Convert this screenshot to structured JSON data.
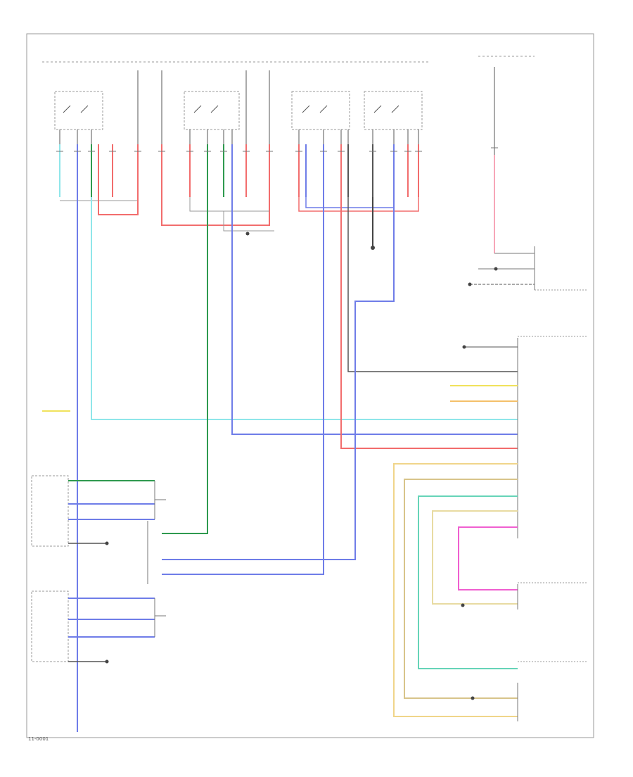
{
  "diagram": {
    "footer_code": "11-0001",
    "connection_labels": [],
    "wire_colors": {
      "red": "#f26d6d",
      "blue": "#6f7de8",
      "green": "#2f9a4f",
      "cyan": "#8fe6ea",
      "yellow": "#f0e25c",
      "orange": "#f4c06a",
      "pink": "#f05fd0",
      "teal": "#66d4b8",
      "tan": "#d8c48a",
      "black": "#333333",
      "gray": "#a8a8a8"
    },
    "components": {
      "relay_count": 4,
      "switch_count": 2,
      "ground_count": 3
    }
  }
}
